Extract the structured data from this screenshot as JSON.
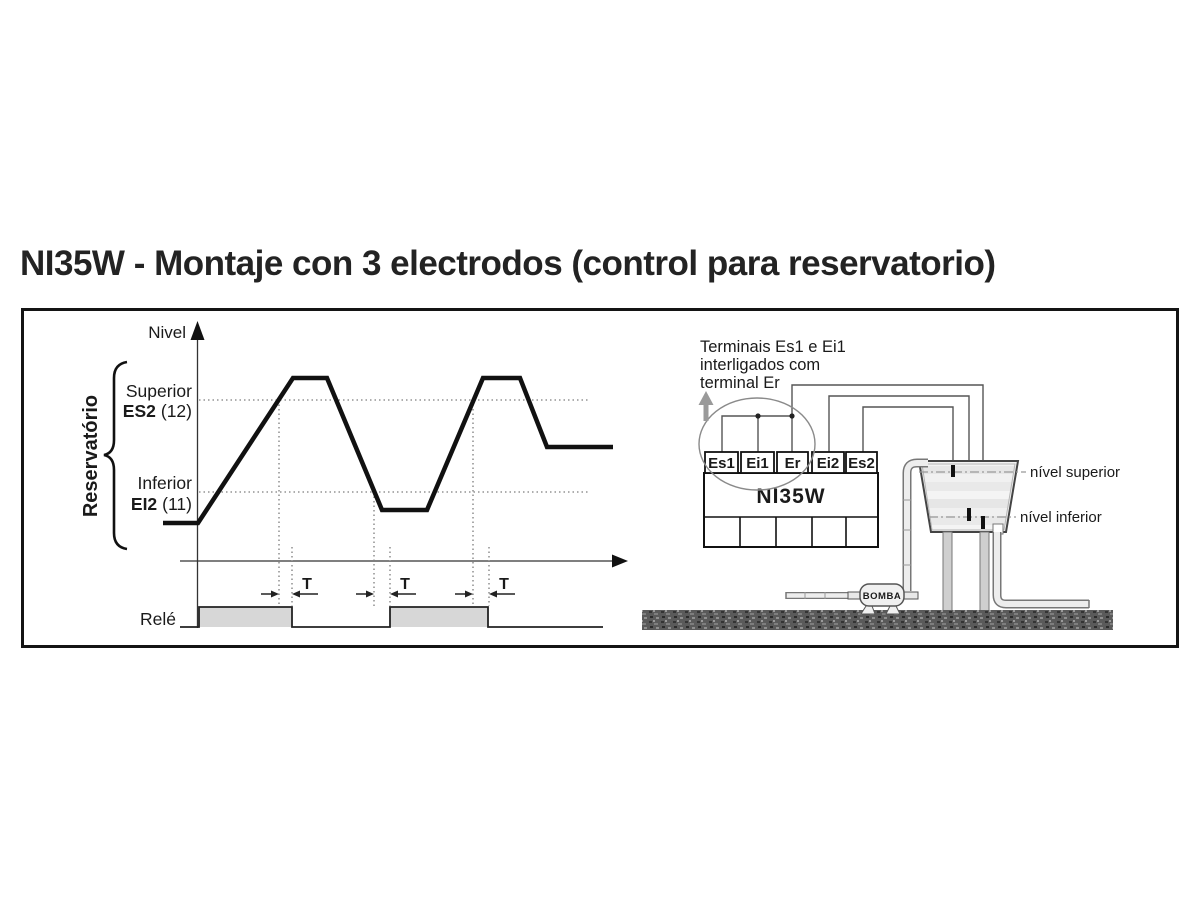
{
  "title": "NI35W - Montaje con 3 electrodos (control para reservatorio)",
  "timing": {
    "axis_label": "Nivel",
    "group_label": "Reservatório",
    "upper_label": "Superior",
    "upper_code": "ES2",
    "upper_num": "(12)",
    "lower_label": "Inferior",
    "lower_code": "EI2",
    "lower_num": "(11)",
    "relay_label": "Relé",
    "t_label": "T"
  },
  "wiring": {
    "note_line1": "Terminais Es1 e Ei1",
    "note_line2": "interligados com",
    "note_line3": "terminal Er",
    "module_name": "NI35W",
    "terminals": [
      "Es1",
      "Ei1",
      "Er",
      "Ei2",
      "Es2"
    ],
    "level_upper": "nível superior",
    "level_lower": "nível inferior",
    "pump_label": "BOMBA"
  },
  "colors": {
    "line": "#111111",
    "wire": "#555555",
    "dotted": "#7d7d7d",
    "relay_fill": "#d7d7d7",
    "tank_fill": "#f2f2f2",
    "ground": "#5a5a5a",
    "gray_arrow": "#9a9a9a"
  }
}
